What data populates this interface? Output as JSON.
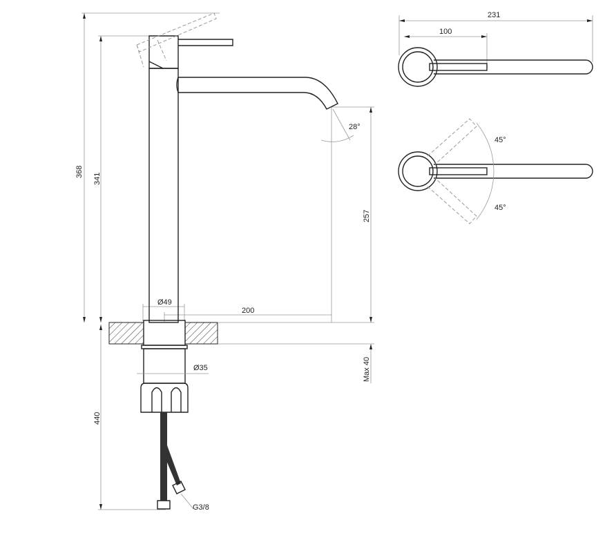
{
  "drawing": {
    "side_view": {
      "total_height": "368",
      "body_height": "341",
      "spout_height": "257",
      "spout_angle": "28°",
      "body_diameter": "Ø49",
      "spout_reach": "200",
      "shank_diameter": "Ø35",
      "max_counter_thickness": "Max 40",
      "hose_length": "440",
      "hose_thread": "G3/8"
    },
    "top_view": {
      "lever_length": "231",
      "lever_offset": "100",
      "rotation_up": "45°",
      "rotation_down": "45°"
    }
  }
}
